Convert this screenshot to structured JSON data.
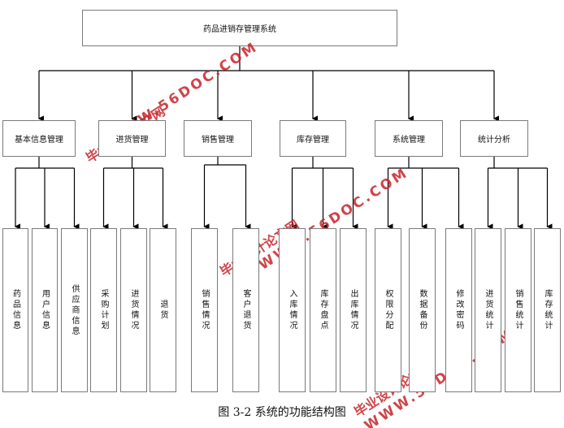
{
  "root": {
    "label": "药品进销存管理系统"
  },
  "modules": [
    {
      "label": "基本信息管理",
      "children": [
        "药品信息",
        "用户信息",
        "供应商信息"
      ]
    },
    {
      "label": "进货管理",
      "children": [
        "采购计划",
        "进货情况",
        "退货"
      ]
    },
    {
      "label": "销售管理",
      "children": [
        "销售情况",
        "客户退货"
      ]
    },
    {
      "label": "库存管理",
      "children": [
        "入库情况",
        "库存盘点",
        "出库情况"
      ]
    },
    {
      "label": "系统管理",
      "children": [
        "权限分配",
        "数据备份",
        "修改密码"
      ]
    },
    {
      "label": "统计分析",
      "children": [
        "进货统计",
        "销售统计",
        "库存统计"
      ]
    }
  ],
  "caption": "图 3-2 系统的功能结构图",
  "watermark": {
    "cn": "毕业设计论文网",
    "en": "WWW.56DOC.COM"
  },
  "colors": {
    "line": "#000000",
    "border": "#7a7a7a",
    "watermark": "#c8242b"
  }
}
